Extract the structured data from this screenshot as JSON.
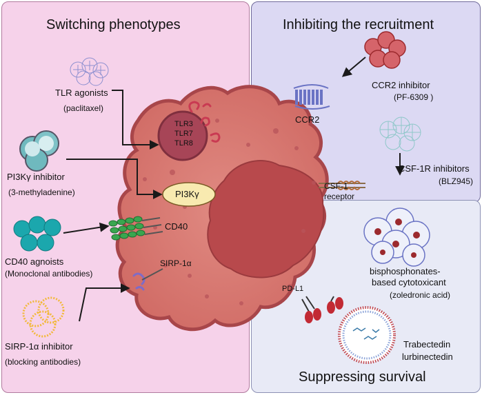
{
  "panels": {
    "left_title": "Switching phenotypes",
    "top_right_title": "Inhibiting the recruitment",
    "bottom_right_title": "Suppressing survival"
  },
  "labels": {
    "tlr_agonists": "TLR agonists",
    "paclitaxel": "(paclitaxel)",
    "pi3k_inhibitor": "PI3Kγ inhibitor",
    "methyladenine": "(3-methyladenine)",
    "cd40_agonists": "CD40 agnoists",
    "monoclonal": "(Monoclonal  antibodies)",
    "sirp_inhibitor": "SIRP-1α inhibitor",
    "blocking": "(blocking antibodies)",
    "ccr2_inhibitor": "CCR2 inhibitor",
    "pf6309": "(PF-6309 )",
    "csf1r_inhibitors": "CSF-1R inhibitors",
    "blz945": "(BLZ945)",
    "bisphos_line1": "bisphosphonates-",
    "bisphos_line2": "based cytotoxicant",
    "zoledronic": "(zoledronic acid)",
    "trabectedin": "Trabectedin",
    "lurbinectedin": "lurbinectedin"
  },
  "cell": {
    "tlr3": "TLR3",
    "tlr7": "TLR7",
    "tlr8": "TLR8",
    "pi3k": "PI3Kγ",
    "cd40": "CD40",
    "sirp": "SIRP-1α",
    "ccr2": "CCR2",
    "csf1_line1": "CSF-1",
    "csf1_line2": "receptor",
    "pdl1": "PD-L1"
  },
  "colors": {
    "panel_left": "#f6d2ea",
    "panel_top_right": "#dcd9f3",
    "panel_bottom_right": "#e8eaf6",
    "cell_body": "#d9756e",
    "cell_border": "#a8464a",
    "nucleus": "#b8494c",
    "endosome": "#a74557",
    "pi3k_fill": "#f8eab0",
    "cd40_green": "#3aa64f",
    "teal": "#1ba7ad",
    "dark_red": "#9c2a2e",
    "lilac": "#7f6bc6",
    "yellow_ring": "#f2b93b"
  },
  "icons": [
    "nanoparticle-icon",
    "liposome-icon",
    "antibody-icon",
    "receptor-icon",
    "arrow-icon",
    "cell-icon"
  ]
}
